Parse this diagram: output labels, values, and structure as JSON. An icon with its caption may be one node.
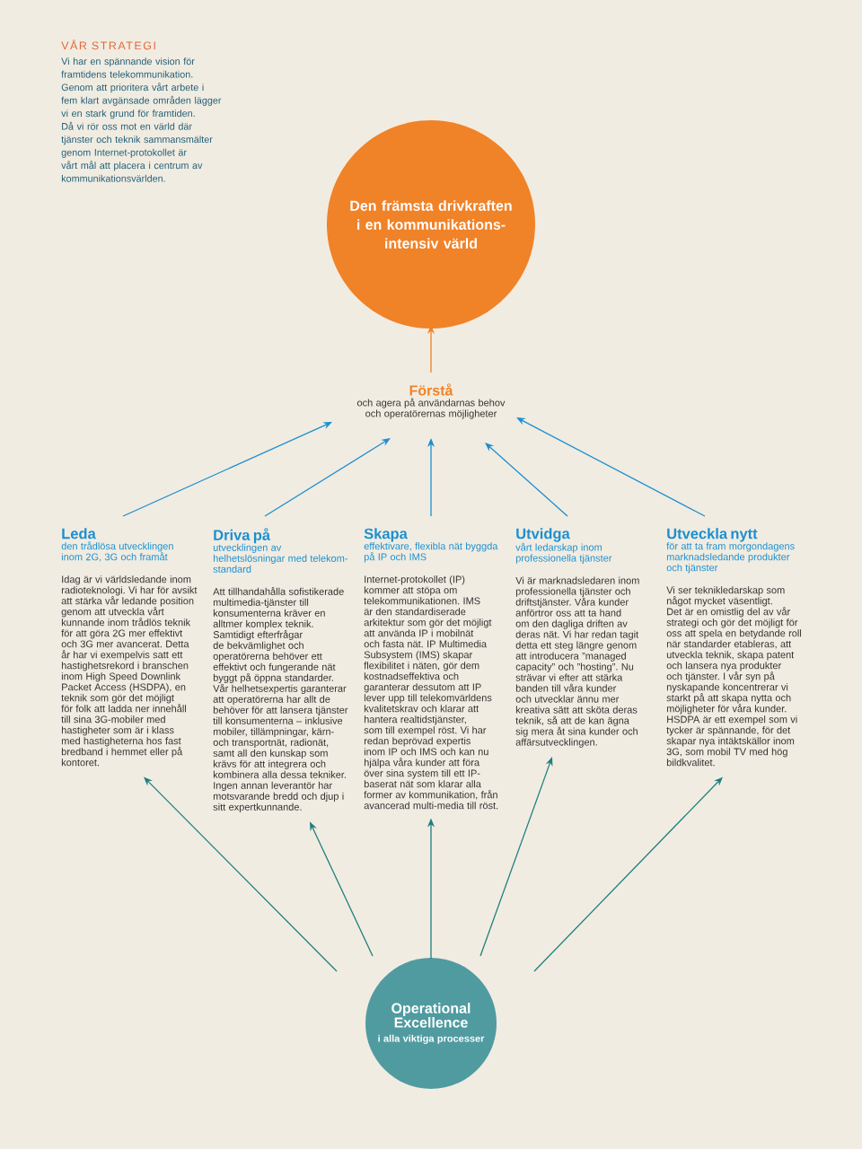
{
  "diagram": {
    "nodes": [
      {
        "text": [
          "Den främsta drivkraften i en kommunikations-intensiv värld"
        ]
      },
      {
        "text": [
          "Förstå",
          "och agera på användarnas behov och operatörernas möjligheter"
        ]
      },
      {
        "text": [
          "Leda",
          "den trådlösa utvecklingen inom 2G, 3G och framåt",
          "Idag är vi världsledande inom radioteknologi. Vi har för avsikt att stärka vår ledande position genom att utveckla vårt kunnande inom trådlös teknik för att göra 2G mer effektivt och 3G mer avancerat. Detta år har vi exempelvis satt ett hastighetsrekord i branschen inom High Speed Downlink Packet Access (HSDPA), en teknik som gör det möjligt för folk att ladda ner innehåll till sina 3G-mobiler med hastigheter som är i klass med hastigheterna hos fast bredband i hemmet eller på kontoret."
        ]
      },
      {
        "text": [
          "Driva på",
          "utvecklingen av helhetslösningar med telekom-standard",
          "Att tillhandahålla sofistikerade multimedia-tjänster till konsumenterna kräver en alltmer komplex teknik. Samtidigt efterfrågar de bekvämlighet och operatörerna behöver ett effektivt och fungerande nät byggt på öppna standarder. Vår helhetsexpertis garanterar att operatörerna har allt de behöver för att lansera tjänster till konsumenterna – inklusive mobiler, tillämpningar, kärn- och transportnät, radionät, samt all den kunskap som krävs för att integrera och kombinera alla dessa tekniker. Ingen annan leverantör har motsvarande bredd och djup i sitt expertkunnande."
        ]
      },
      {
        "text": [
          "Skapa",
          "effektivare, flexibla nät byggda på IP och IMS",
          "Internet-protokollet (IP) kommer att stöpa om telekommunikationen. IMS är den standardiserade arkitektur som gör det möjligt att använda IP i mobilnät och fasta nät. IP Multimedia Subsystem (IMS) skapar flexibilitet i näten, gör dem kostnadseffektiva och garanterar dessutom att IP lever upp till telekomvärldens kvalitetskrav och klarar att hantera realtidstjänster, som till exempel röst. Vi har redan beprövad expertis inom IP och IMS och kan nu hjälpa våra kunder att föra över sina system till ett IP-baserat nät som klarar alla former av kommunikation, från avancerad multi-media till röst."
        ]
      },
      {
        "text": [
          "Utvidga",
          "vårt ledarskap inom professionella tjänster",
          "Vi är marknadsledaren inom professionella tjänster och driftstjänster. Våra kunder anförtror oss att ta hand om den dagliga driften av deras nät. Vi har redan tagit detta ett steg längre genom att introducera ”managed capacity” och ”hosting”. Nu strävar vi efter att stärka banden till våra kunder och utvecklar ännu mer kreativa sätt att sköta deras teknik, så att de kan ägna sig mera åt sina kunder och affärsutvecklingen."
        ]
      },
      {
        "text": [
          "Utveckla nytt",
          "för att ta fram morgondagens marknadsledande produkter och tjänster",
          "Vi ser teknikledarskap som något mycket väsentligt. Det är en omistlig del av vår strategi och gör det möjligt för oss att spela en betydande roll när standarder etableras, att utveckla teknik, skapa patent och lansera nya produkter och tjänster. I vår syn på nyskapande koncentrerar vi starkt på att skapa nytta och möjligheter för våra kunder. HSDPA är ett exempel som vi tycker är spännande, för det skapar nya intäktskällor inom 3G, som mobil TV med hög bildkvalitet."
        ]
      },
      {
        "text": [
          "Operational Excellence",
          "i alla viktiga processer"
        ]
      }
    ],
    "edges": [
      {
        "from": 1,
        "to": 0,
        "arrow": "to",
        "color": "#f08228"
      },
      {
        "from": 2,
        "to": 1,
        "arrow": "to",
        "color": "#1b8fd1"
      },
      {
        "from": 3,
        "to": 1,
        "arrow": "to",
        "color": "#1b8fd1"
      },
      {
        "from": 4,
        "to": 1,
        "arrow": "to",
        "color": "#1b8fd1"
      },
      {
        "from": 5,
        "to": 1,
        "arrow": "to",
        "color": "#1b8fd1"
      },
      {
        "from": 6,
        "to": 1,
        "arrow": "to",
        "color": "#1b8fd1"
      },
      {
        "from": 7,
        "to": 2,
        "arrow": "to",
        "color": "#1f7f80"
      },
      {
        "from": 7,
        "to": 3,
        "arrow": "to",
        "color": "#1f7f80"
      },
      {
        "from": 7,
        "to": 4,
        "arrow": "to",
        "color": "#1f7f80"
      },
      {
        "from": 7,
        "to": 5,
        "arrow": "to",
        "color": "#1f7f80"
      },
      {
        "from": 7,
        "to": 6,
        "arrow": "to",
        "color": "#1f7f80"
      }
    ],
    "labels": [
      "VÅR STRATEGI",
      "Vi har en spännande vision för framtidens telekommunikation. Genom att prioritera vårt arbete i fem klart avgänsade områden lägger vi en stark grund för framtiden. Då vi rör oss mot en värld där tjänster och teknik sammansmälter genom Internet-protokollet är vårt mål att placera i centrum av kommunikationsvärlden."
    ]
  }
}
